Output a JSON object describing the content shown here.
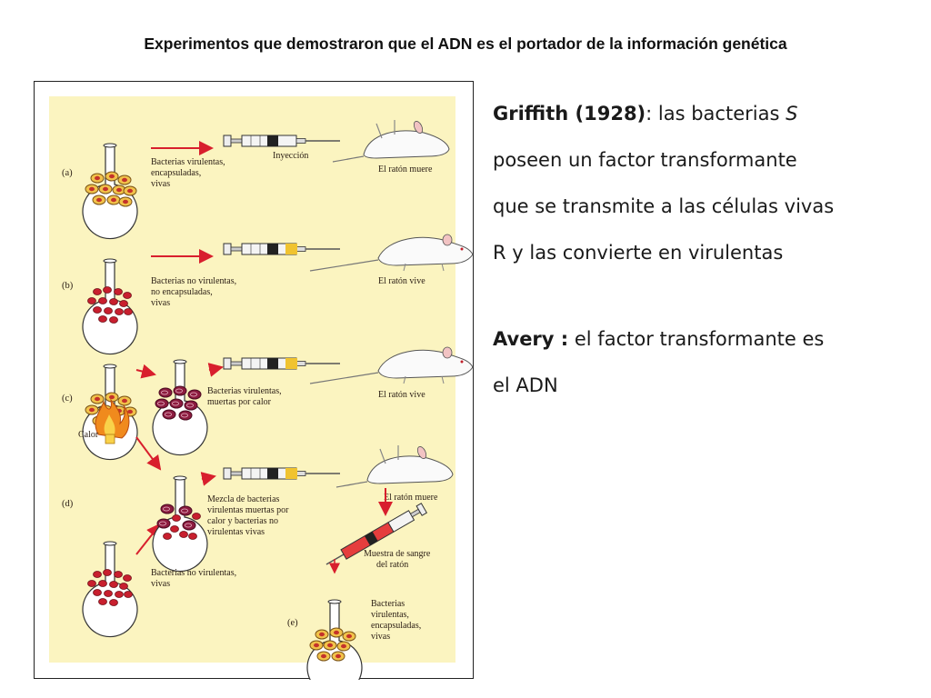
{
  "title": "Experimentos que demostraron que el ADN es el portador de la información genética",
  "figure": {
    "rows": {
      "a": {
        "tag": "(a)",
        "desc": [
          "Bacterias virulentas,",
          "encapsuladas,",
          "vivas"
        ],
        "result": "El ratón muere",
        "injection": "Inyección"
      },
      "b": {
        "tag": "(b)",
        "desc": [
          "Bacterias no virulentas,",
          "no encapsuladas,",
          "vivas"
        ],
        "result": "El ratón vive"
      },
      "c": {
        "tag": "(c)",
        "desc": [
          "Bacterias virulentas,",
          "muertas por  calor"
        ],
        "result": "El ratón vive",
        "heat": "Calor"
      },
      "d": {
        "tag": "(d)",
        "desc": [
          "Mezcla de bacterias",
          "virulentas muertas  por",
          "calor y bacterias no",
          "virulentas vivas"
        ],
        "result": "El ratón muere",
        "lower_desc": [
          "Bacterias no virulentas,",
          "vivas"
        ],
        "blood_sample": [
          "Muestra de sangre",
          "del ratón"
        ]
      },
      "e": {
        "tag": "(e)",
        "desc": [
          "Bacterias",
          "virulentas,",
          "encapsuladas,",
          "vivas"
        ]
      }
    },
    "colors": {
      "background": "#fbf4c0",
      "arrow": "#d81f2d",
      "virulent_bacteria": "#f1c24a",
      "nonvirulent_bacteria": "#c81f2e",
      "dead_bacteria": "#8c1b3f",
      "syringe_plunger": "#f0c330",
      "flame": "#f08a1d"
    }
  },
  "text": {
    "griffith": {
      "name": "Griffith (1928)",
      "line1": ": las bacterias ",
      "s_letter": "S",
      "line2": "poseen un factor transformante",
      "line3": "que se transmite a las células vivas",
      "line4": "R y las convierte en virulentas"
    },
    "avery": {
      "name": "Avery :",
      "line1": " el factor transformante es",
      "line2": "el ADN"
    }
  }
}
